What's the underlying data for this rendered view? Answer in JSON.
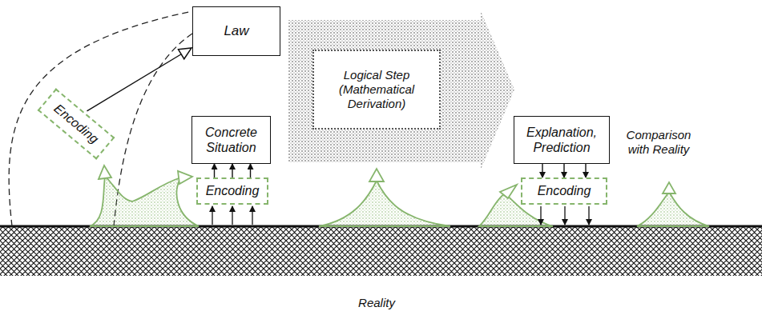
{
  "diagram": {
    "nodes": [
      {
        "text": [
          "Law"
        ]
      },
      {
        "text": [
          "Encoding"
        ]
      },
      {
        "text": [
          "Concrete Situation"
        ]
      },
      {
        "text": [
          "Encoding"
        ]
      },
      {
        "text": [
          "Logical Step (Mathematical Derivation)"
        ]
      },
      {
        "text": [
          "Explanation, Prediction"
        ]
      },
      {
        "text": [
          "Encoding"
        ]
      }
    ],
    "edges": [
      {
        "from": 1,
        "to": 0,
        "arrow": "to"
      },
      {
        "from": 3,
        "to": 2,
        "arrow": "to"
      },
      {
        "from": 5,
        "to": 6,
        "arrow": "to"
      }
    ],
    "labels": [
      "Comparison with Reality",
      "Reality"
    ]
  }
}
